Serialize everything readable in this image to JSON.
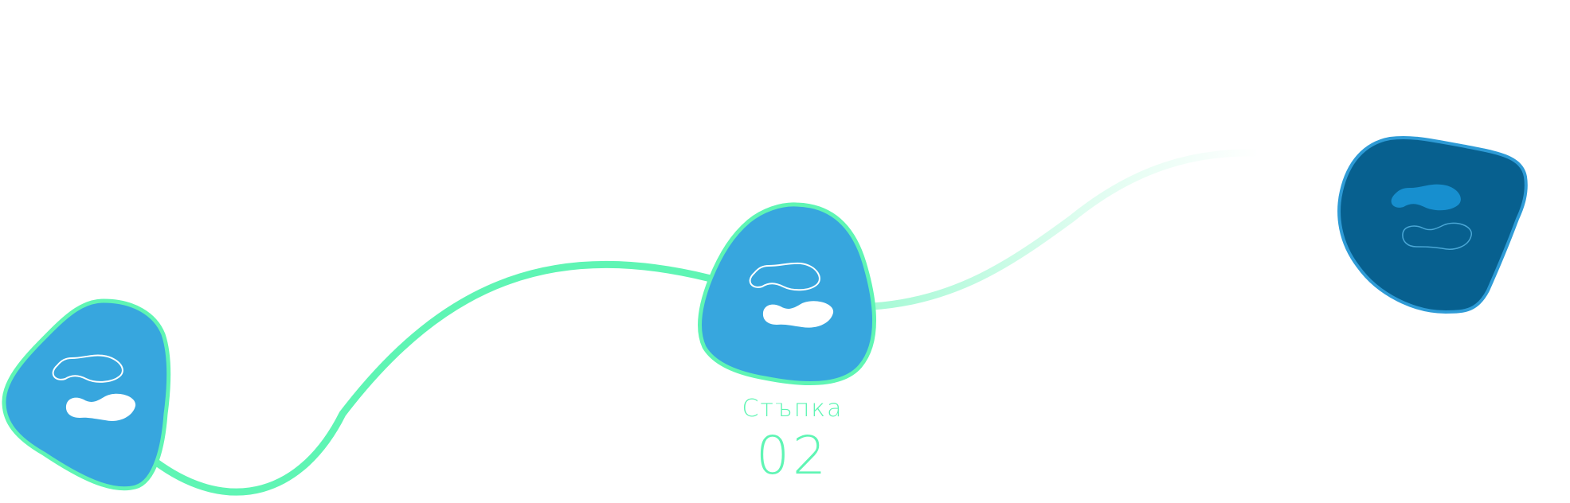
{
  "colors": {
    "path": "#5ff5b4",
    "node_fill": "#37a6de",
    "node_fill_locked": "#07608f",
    "node_border_active": "#5ff5b4",
    "node_border_locked": "#2e9bd6",
    "blob_locked": "#178fcf",
    "text_accent": "#5ff5b4",
    "background": "#ffffff"
  },
  "progress": {
    "current_step_label": "Стъпка",
    "current_step_number": "02"
  },
  "steps": [
    {
      "state": "completed",
      "icon": "paint-blob-icon"
    },
    {
      "state": "current",
      "icon": "paint-blob-icon"
    },
    {
      "state": "locked",
      "icon": "paint-blob-icon"
    }
  ]
}
